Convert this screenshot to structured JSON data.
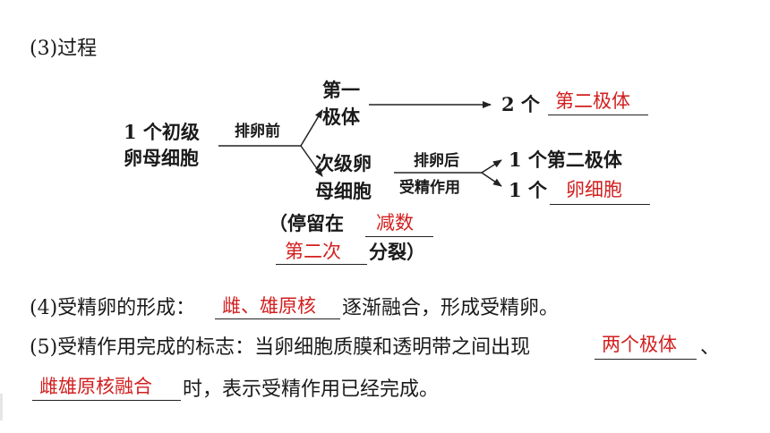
{
  "section_title": "(3)过程",
  "diagram": {
    "start": {
      "line1": "1 个初级",
      "line2": "卵母细胞"
    },
    "edge_before": "排卵前",
    "first_polar": {
      "line1": "第一",
      "line2": "极体"
    },
    "result_first": {
      "prefix": "2 个",
      "answer": "第二极体"
    },
    "secondary": {
      "line1": "次级卵",
      "line2": "母细胞"
    },
    "edge_after": {
      "line1": "排卵后",
      "line2": "受精作用"
    },
    "result_a": {
      "text": "1 个第二极体"
    },
    "result_b": {
      "prefix": "1 个",
      "answer": "卵细胞"
    },
    "note": {
      "open": "（停留在",
      "answer1": "减数",
      "answer2": "第二次",
      "close": "分裂）"
    }
  },
  "item4": {
    "prefix": "(4)受精卵的形成：",
    "answer": "雌、雄原核",
    "suffix": "逐渐融合，形成受精卵。"
  },
  "item5": {
    "prefix": "(5)受精作用完成的标志：当卵细胞质膜和透明带之间出现",
    "answer1": "两个极体",
    "sep": "、",
    "answer2": "雌雄原核融合",
    "suffix": "时，表示受精作用已经完成。"
  }
}
